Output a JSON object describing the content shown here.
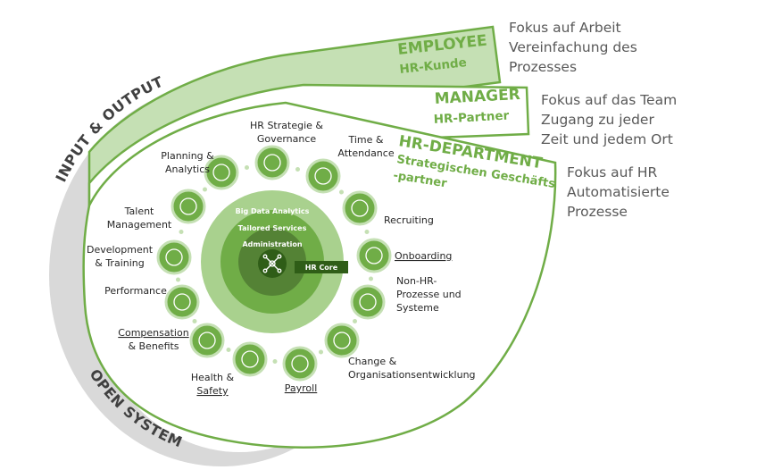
{
  "colors": {
    "outline_green": "#70ad47",
    "light_green_fill": "#c5e0b4",
    "dark_green": "#2f5d17",
    "grey_ring": "#d0d0d0",
    "text_grey": "#595959"
  },
  "ring_labels": {
    "top": "INPUT & OUTPUT",
    "bottom": "OPEN SYSTEM"
  },
  "layers": [
    {
      "title": "EMPLOYEE",
      "subtitle": "HR-Kunde",
      "focus": [
        "Fokus auf Arbeit",
        "Vereinfachung des",
        "Prozesses"
      ]
    },
    {
      "title": "MANAGER",
      "subtitle": "HR-Partner",
      "focus": [
        "Fokus auf das Team",
        "Zugang zu jeder",
        "Zeit und jedem Ort"
      ]
    },
    {
      "title": "HR-DEPARTMENT",
      "subtitle_lines": [
        "Strategischen Geschäfts",
        "-partner"
      ],
      "focus": [
        "Fokus auf HR",
        "Automatisierte",
        "Prozesse"
      ]
    }
  ],
  "core": {
    "big_data": "Big Data Analytics",
    "tailored": "Tailored Services",
    "administration": "Administration",
    "hr_core": "HR Core"
  },
  "functions": [
    {
      "lines": [
        "HR Strategie &",
        "Governance"
      ],
      "icon": "chess-piece-icon"
    },
    {
      "lines": [
        "Time &",
        "Attendance"
      ],
      "icon": "clock-icon"
    },
    {
      "lines": [
        "Recruiting"
      ],
      "icon": "magnifier-person-icon"
    },
    {
      "lines": [
        "Onboarding"
      ],
      "icon": "onboarding-hi-icon"
    },
    {
      "lines": [
        "Non-HR-",
        "Prozesse und",
        "Systeme"
      ],
      "icon": "connected-systems-icon"
    },
    {
      "lines": [
        "Change &",
        "Organisationsentwicklung"
      ],
      "icon": "change-cycle-icon"
    },
    {
      "lines": [
        "Payroll"
      ],
      "icon": "payroll-money-icon"
    },
    {
      "lines": [
        "Health &",
        "Safety"
      ],
      "icon": "heart-icon"
    },
    {
      "lines": [
        "Compensation",
        "& Benefits"
      ],
      "icon": "star-icon"
    },
    {
      "lines": [
        "Performance"
      ],
      "icon": "speedometer-icon"
    },
    {
      "lines": [
        "Development",
        "& Training"
      ],
      "icon": "graduate-icon"
    },
    {
      "lines": [
        "Talent",
        "Management"
      ],
      "icon": "plant-hand-icon"
    },
    {
      "lines": [
        "Planning &",
        "Analytics"
      ],
      "icon": "chart-icon"
    }
  ]
}
